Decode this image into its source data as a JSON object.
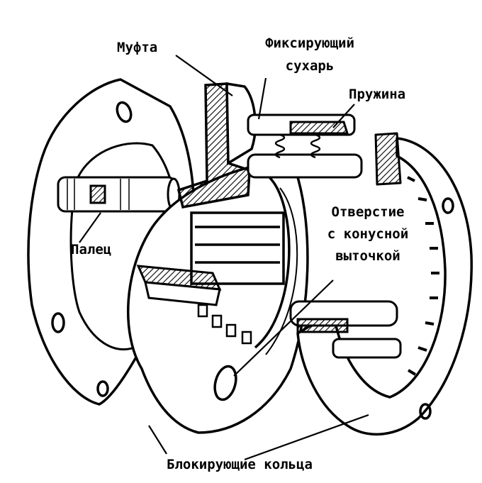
{
  "labels": {
    "clutch": "Муфта",
    "lock_cracker_1": "Фиксирующий",
    "lock_cracker_2": "сухарь",
    "spring": "Пружина",
    "pin": "Палец",
    "hole_1": "Отверстие",
    "hole_2": "с конусной",
    "hole_3": "выточкой",
    "rings": "Блокирующие кольца"
  },
  "colors": {
    "ink": "#000000",
    "paper": "#ffffff",
    "hatch": "#1a1a1a"
  }
}
